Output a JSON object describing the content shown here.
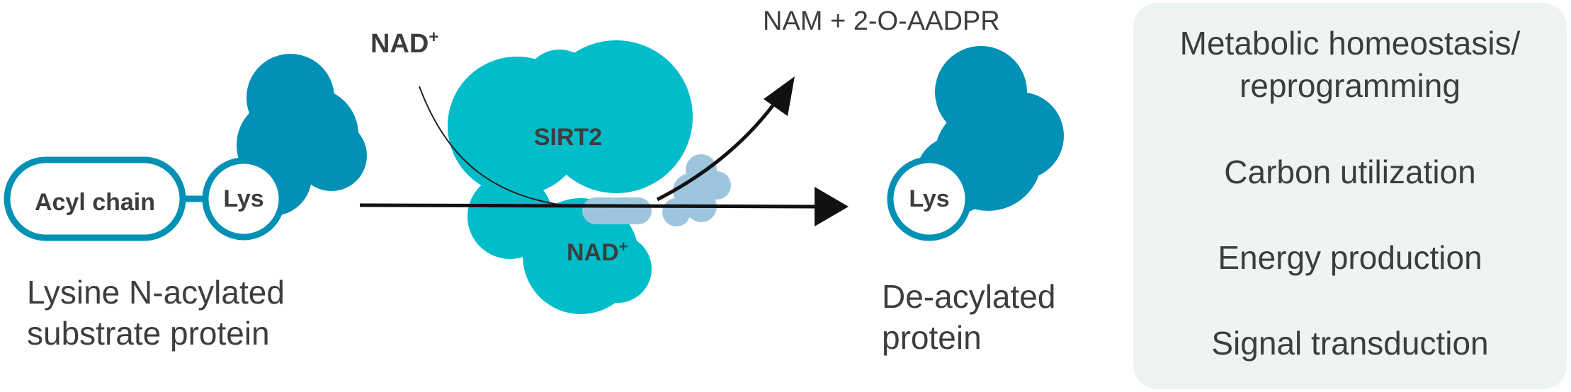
{
  "substrate": {
    "acyl_label": "Acyl chain",
    "lys_label": "Lys",
    "caption_line1": "Lysine N-acylated",
    "caption_line2": "substrate protein"
  },
  "enzyme": {
    "name": "SIRT2",
    "cofactor_bound": "NAD",
    "cofactor_bound_sup": "+"
  },
  "reaction": {
    "cofactor_in": "NAD",
    "cofactor_in_sup": "+",
    "products": "NAM + 2-O-AADPR"
  },
  "product": {
    "lys_label": "Lys",
    "caption_line1": "De-acylated",
    "caption_line2": "protein"
  },
  "outcomes": {
    "items": [
      "Metabolic homeostasis/",
      "reprogramming",
      "Carbon utilization",
      "Energy production",
      "Signal transduction"
    ]
  },
  "colors": {
    "protein_dark": "#0290b5",
    "enzyme_cyan": "#00bdc9",
    "substrate_light": "#9dc6de",
    "panel_bg": "#eef4f1"
  }
}
